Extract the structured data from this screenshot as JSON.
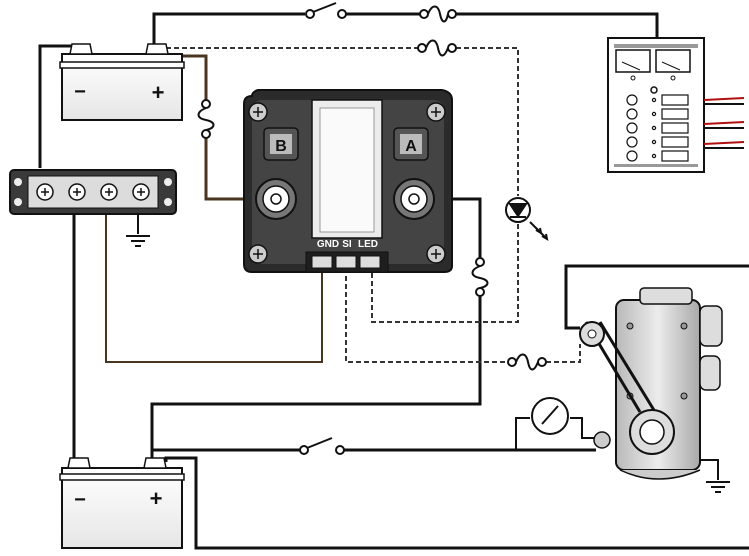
{
  "relay": {
    "terminal_b_label": "B",
    "terminal_a_label": "A",
    "pin_gnd_label": "GND",
    "pin_si_label": "SI",
    "pin_led_label": "LED"
  },
  "battery_top": {
    "negative_symbol": "−",
    "positive_symbol": "+"
  },
  "battery_bottom": {
    "negative_symbol": "−",
    "positive_symbol": "+"
  },
  "colors": {
    "wire_black": "#111111",
    "wire_brown": "#4a3620",
    "wire_dashed": "#333333",
    "relay_body": "#2b2b2b",
    "relay_face": "#d9d9d9",
    "panel_wire_red": "#b01010",
    "engine_body": "#cfcfcf"
  },
  "icons": [
    "switch-icon",
    "fuse-icon",
    "led-icon",
    "ground-icon",
    "gauge-icon",
    "screw-icon"
  ]
}
